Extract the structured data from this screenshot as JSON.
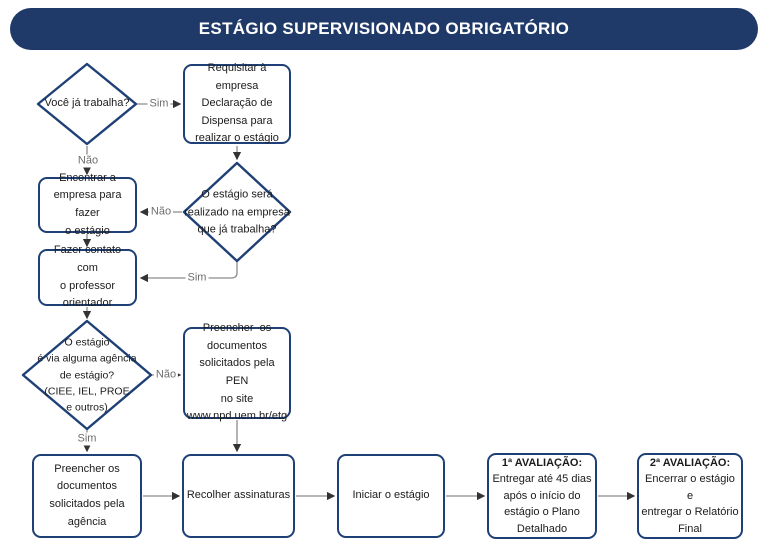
{
  "header": {
    "title": "ESTÁGIO SUPERVISIONADO OBRIGATÓRIO"
  },
  "decisions": {
    "trabalha": {
      "text": "Você já trabalha?"
    },
    "estagio_na_empresa": {
      "text": "O estágio será\nrealizado na empresa\nque já trabalha?"
    },
    "agencia": {
      "text": "O estágio\né via alguma agência\nde estágio?\n(CIEE, IEL, PROE\ne outros)"
    }
  },
  "processes": {
    "requisitar": {
      "text": "Requisitar à empresa\nDeclaração de\nDispensa para\nrealizar o estágio"
    },
    "encontrar": {
      "text": "Encontrar a\nempresa para fazer\no estágio"
    },
    "fazer_contato": {
      "text": "Fazer contato com\no professor\norientador"
    },
    "preencher_pen": {
      "text": "Preencher  os\ndocumentos\nsolicitados pela PEN\nno site\nwww.npd.uem.br/etg"
    },
    "preencher_agencia": {
      "text": "Preencher os\ndocumentos\nsolicitados pela\nagência"
    },
    "recolher": {
      "text": "Recolher assinaturas"
    },
    "iniciar": {
      "text": "Iniciar o estágio"
    },
    "avaliacao1": {
      "title": "1ª AVALIAÇÃO:",
      "text": "Entregar até 45 dias\napós o início do\nestágio o Plano\nDetalhado"
    },
    "avaliacao2": {
      "title": "2ª AVALIAÇÃO:",
      "text": "Encerrar o estágio e\nentregar o Relatório\nFinal"
    }
  },
  "edge_labels": {
    "sim": "Sim",
    "nao": "Não"
  },
  "colors": {
    "navy": "#1f3a68",
    "border_navy": "#1e4076",
    "connector_gray": "#8c8c8c",
    "label_gray": "#6e6e6e",
    "node_text": "#1b1b1b",
    "arrowhead": "#333333"
  }
}
